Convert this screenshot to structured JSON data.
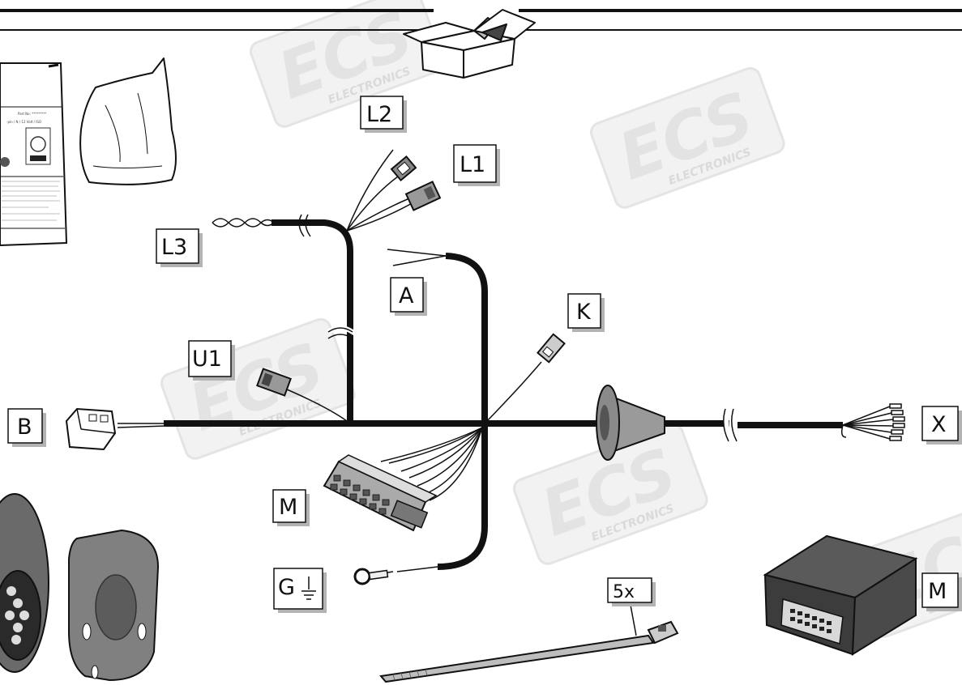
{
  "watermark": {
    "brand": "ECS",
    "sub": "ELECTRONICS"
  },
  "instruction_sheet": {
    "part_no": "Part No: *********",
    "pin_line": "-pin / N / 12 Volt / ISO"
  },
  "labels": {
    "L1": "L1",
    "L2": "L2",
    "L3": "L3",
    "A": "A",
    "K": "K",
    "U1": "U1",
    "B": "B",
    "M_connector": "M",
    "G": "G",
    "X": "X",
    "M_module": "M",
    "tie_qty": "5x"
  },
  "colors": {
    "wire": "#111111",
    "label_shadow": "#b3b3b3",
    "watermark": "#e3e3e3",
    "parts": "#c8c8c8"
  }
}
